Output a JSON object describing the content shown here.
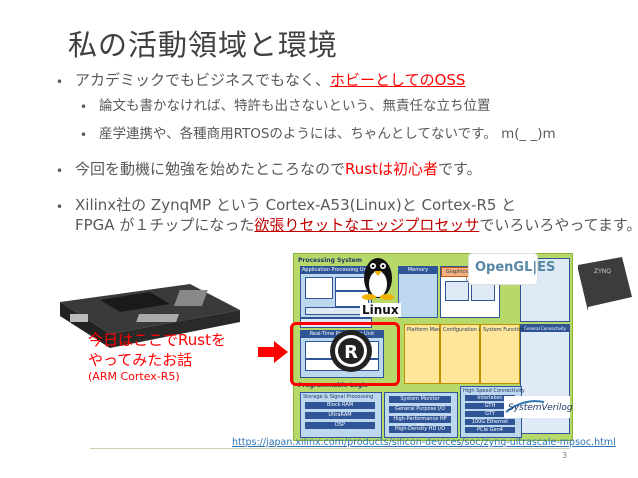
{
  "title": "私の活動領域と環境",
  "bullets": {
    "b1_a": "アカデミックでもビジネスでもなく、",
    "b1_b": "ホビーとしてのOSS",
    "b1_sub1": "論文も書かなければ、特許も出さないという、無責任な立ち位置",
    "b1_sub2": "産学連携や、各種商用RTOSのようには、ちゃんとしてないです。 m(_ _)m",
    "b2_a": "今回を動機に勉強を始めたところなので",
    "b2_b": "Rustは初心者",
    "b2_c": "です。",
    "b3_line1": "Xilinx社の ZynqMP という Cortex-A53(Linux)と Cortex-R5 と",
    "b3_line2_a": "FPGA が１チップになった",
    "b3_line2_b": "欲張りセットなエッジプロセッサ",
    "b3_line2_c": "でいろいろやってます。"
  },
  "callout": {
    "line1": "今日はここでRustを",
    "line2": "やってみたお話",
    "line3": "(ARM Cortex-R5)"
  },
  "diagram": {
    "processing_system": "Processing System",
    "app_processing": "Application Processing Unit",
    "rt_processing": "Real-Time Processing Unit",
    "programmable_logic": "Programmable Logic",
    "high_speed": "High Speed Connectivity",
    "storage_signal": "Storage & Signal Processing",
    "memory": "Memory",
    "graphics": "Graphics Processing Unit",
    "platform_mgmt": "Platform Management Unit",
    "config_security": "Configuration and Security Unit",
    "system_functions": "System Functions",
    "general_connectivity": "General Connectivity",
    "linux": "Linux",
    "opengl": "OpenGL|ES",
    "systemverilog": "SystemVerilog",
    "chip_label": "ZYNQ",
    "pl_items": [
      "Block RAM",
      "UltraRAM",
      "DSP"
    ],
    "pl_mid": [
      "System Monitor",
      "General Purpose I/O",
      "High-Performance HP I/O",
      "High-Density HD I/O"
    ],
    "hs_items": [
      "Interlaken",
      "GTH",
      "GTY",
      "100G Ethernet",
      "PCIe Gen4"
    ]
  },
  "footer": {
    "url": "https://japan.xilinx.com/products/silicon-devices/soc/zynq-ultrascale-mpsoc.html",
    "page": "3"
  },
  "colors": {
    "accent_red": "#ff0000",
    "text": "#595959",
    "link": "#2e75b6",
    "soc_green": "#b7d96a",
    "block_blue": "#2f5597"
  }
}
